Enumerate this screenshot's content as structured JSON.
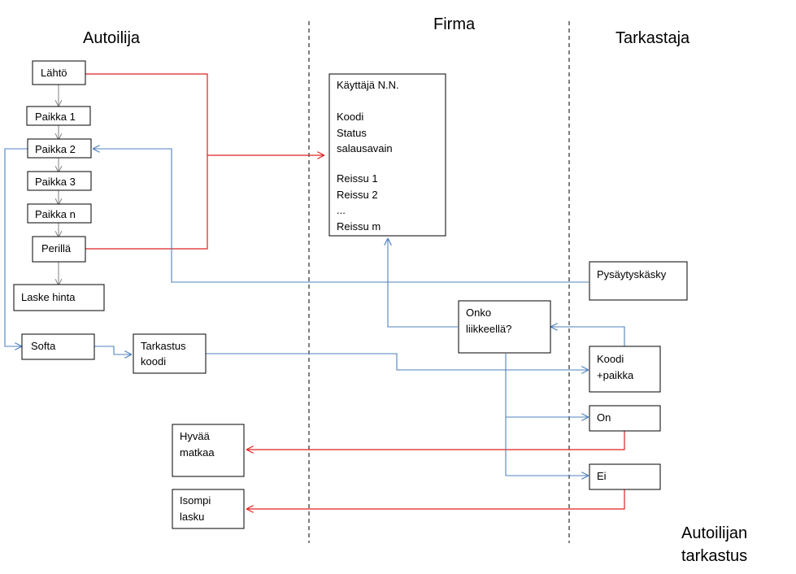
{
  "lanes": {
    "autoilija": "Autoilija",
    "firma": "Firma",
    "tarkastaja": "Tarkastaja"
  },
  "caption": [
    "Autoilijan",
    "tarkastus"
  ],
  "colors": {
    "red_flow": "#e02020",
    "blue_flow": "#4f81bd",
    "gray_flow": "#808080",
    "box_border": "#000000",
    "divider": "#000000"
  },
  "boxes": {
    "lahto": "Lähtö",
    "paikka1": "Paikka 1",
    "paikka2": "Paikka 2",
    "paikka3": "Paikka 3",
    "paikkan": "Paikka n",
    "perilla": "Perillä",
    "laske_hinta": "Laske hinta",
    "softa": "Softa",
    "tarkastus_koodi": [
      "Tarkastus",
      "koodi"
    ],
    "user_record": [
      "Käyttäjä N.N.",
      "",
      "Koodi",
      "Status",
      "salausavain",
      "",
      "Reissu 1",
      "Reissu 2",
      "...",
      "Reissu m"
    ],
    "pysaytyskasky": "Pysäytyskäsky",
    "onko_liikkeella": [
      "Onko",
      "liikkeellä?"
    ],
    "koodi_paikka": [
      "Koodi",
      "+paikka"
    ],
    "on": "On",
    "ei": "Ei",
    "hyvaa_matkaa": [
      "Hyvää",
      "matkaa"
    ],
    "isompi_lasku": [
      "Isompi",
      "lasku"
    ]
  }
}
